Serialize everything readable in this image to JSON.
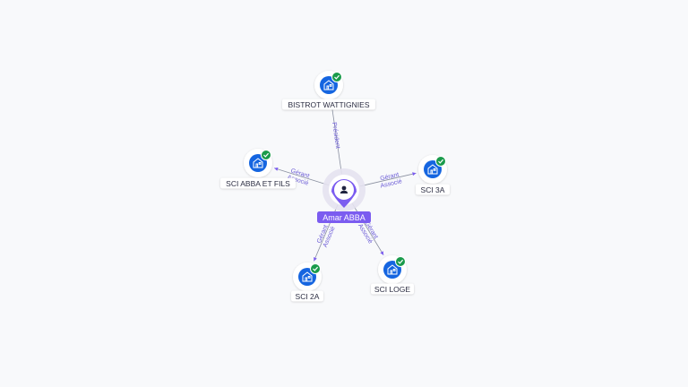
{
  "center": {
    "name": "Amar ABBA",
    "icon": "person-icon"
  },
  "nodes": [
    {
      "id": "bistrot",
      "label": "BISTROT WATTIGNIES",
      "relation": "Président",
      "icon": "company-icon",
      "status": "verified"
    },
    {
      "id": "abba",
      "label": "SCI ABBA ET FILS",
      "relation": "Gérant Associé",
      "icon": "company-icon",
      "status": "verified"
    },
    {
      "id": "sci3a",
      "label": "SCI 3A",
      "relation": "Gérant Associé",
      "icon": "company-icon",
      "status": "verified"
    },
    {
      "id": "sci2a",
      "label": "SCI 2A",
      "relation": "Gérant Associé",
      "icon": "company-icon",
      "status": "verified"
    },
    {
      "id": "loge",
      "label": "SCI LOGE",
      "relation": "Gérant Associé",
      "icon": "company-icon",
      "status": "verified"
    }
  ],
  "colors": {
    "accent": "#7b5cf0",
    "company": "#1565e0",
    "verified": "#1a9b4b",
    "edge": "#8a90a0"
  }
}
